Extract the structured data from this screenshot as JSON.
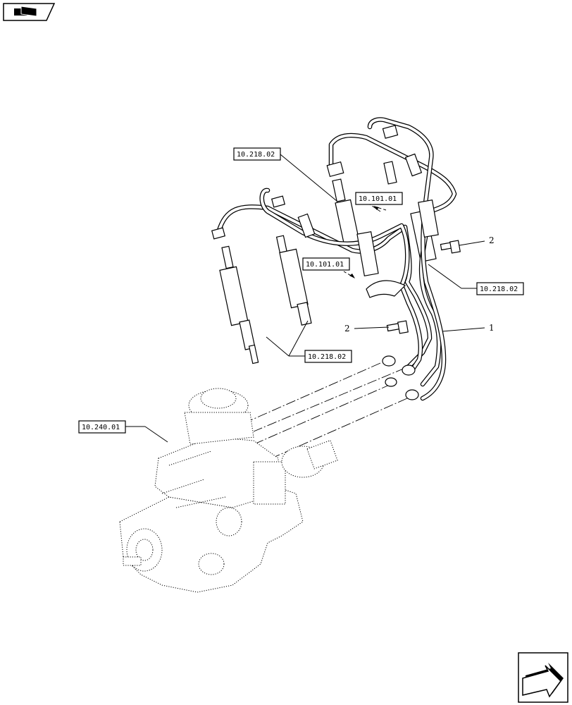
{
  "references": [
    {
      "id": "ref-top-left",
      "label": "10.218.02"
    },
    {
      "id": "ref-upper-mid",
      "label": "10.101.01"
    },
    {
      "id": "ref-mid",
      "label": "10.101.01"
    },
    {
      "id": "ref-right",
      "label": "10.218.02"
    },
    {
      "id": "ref-lower",
      "label": "10.218.02"
    },
    {
      "id": "ref-pump",
      "label": "10.240.01"
    }
  ],
  "callouts": {
    "bolt_right": "2",
    "bolt_left": "2",
    "pipe_set": "1"
  },
  "icons": {
    "top_left": "book-arrow-icon",
    "bottom_right": "next-page-arrow-icon"
  }
}
